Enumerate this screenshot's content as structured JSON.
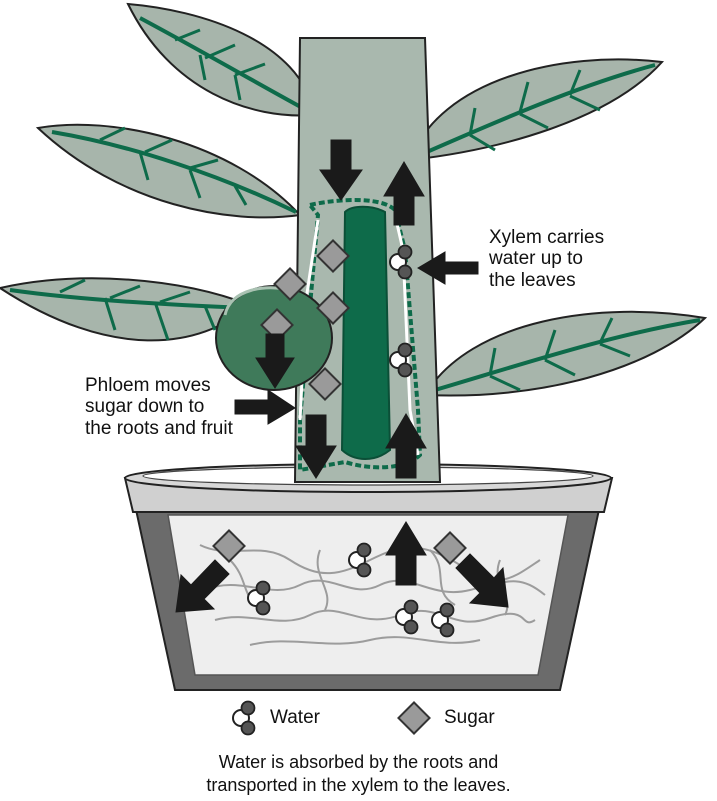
{
  "labels": {
    "xylem": [
      "Xylem carries",
      "water up to",
      "the leaves"
    ],
    "phloem": [
      "Phloem moves",
      "sugar down to",
      "the roots and fruit"
    ]
  },
  "legend": {
    "water": "Water",
    "sugar": "Sugar"
  },
  "caption": [
    "Water is absorbed by the roots and",
    "transported in the xylem to the leaves."
  ],
  "icons": {
    "water": "water-molecule-icon",
    "sugar": "sugar-diamond-icon",
    "arrow": "arrow-icon"
  },
  "colors": {
    "leaf_fill": "#a7b5ab",
    "leaf_vein": "#0e6b4a",
    "stem": "#a9b8ae",
    "phloem_tissue": "#0e6b4a",
    "fruit": "#3f7a5a",
    "pot_rim": "#d0d0d0",
    "pot_body": "#6b6b6b",
    "soil": "#eeeeee",
    "arrow": "#1a1a1a",
    "sugar": "#9a9a9a",
    "water": "#555555"
  }
}
